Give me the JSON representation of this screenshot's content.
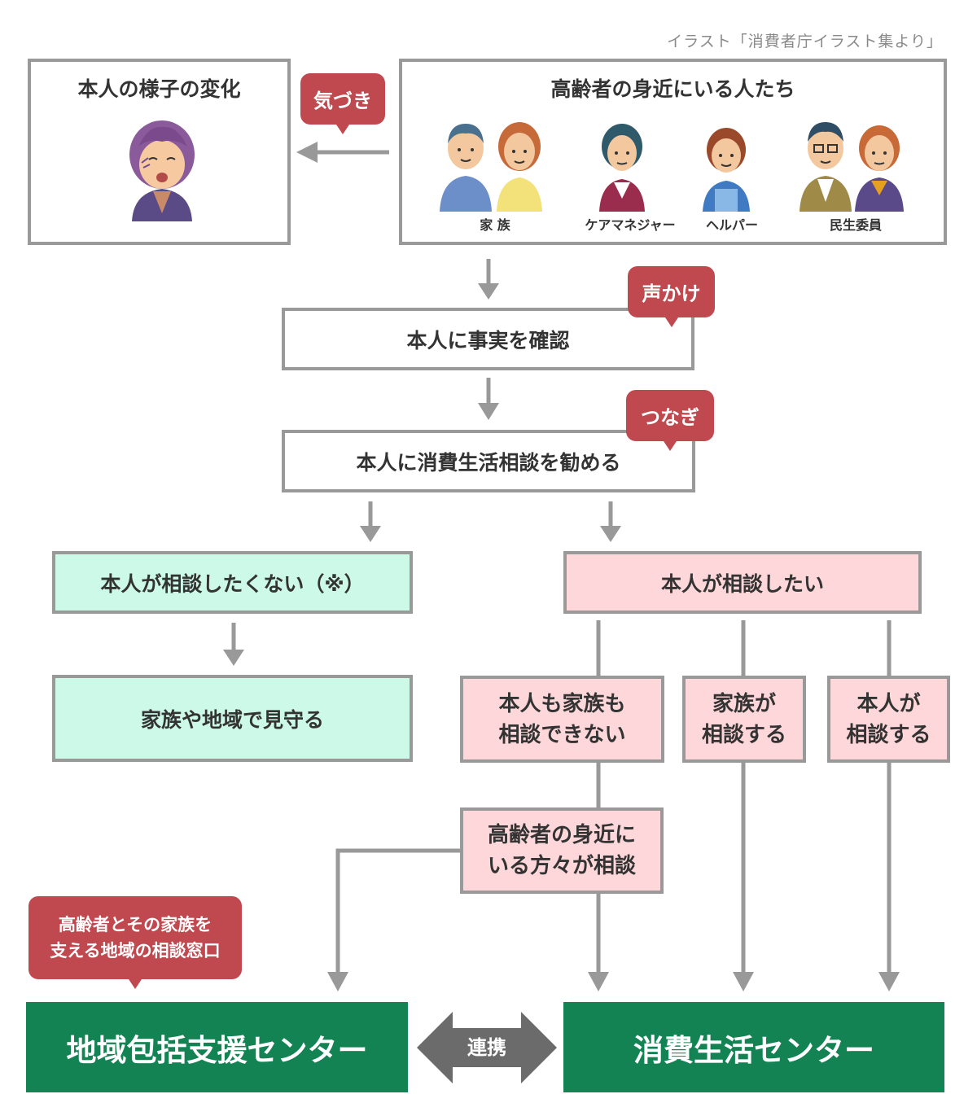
{
  "credit": "イラスト「消費者庁イラスト集より」",
  "change_box": {
    "title": "本人の様子の変化"
  },
  "people_box": {
    "title": "高齢者の身近にいる人たち",
    "people": [
      "家 族",
      "ケアマネジャー",
      "ヘルパー",
      "民生委員"
    ]
  },
  "bubbles": {
    "kizuki": "気づき",
    "koekake": "声かけ",
    "tsunagi": "つなぎ",
    "houkatsu_line1": "高齢者とその家族を",
    "houkatsu_line2": "支える地域の相談窓口"
  },
  "steps": {
    "confirm": "本人に事実を確認",
    "recommend": "本人に消費生活相談を勧める",
    "no_consult": "本人が相談したくない（※）",
    "watch": "家族や地域で見守る",
    "want_consult": "本人が相談したい",
    "neither_line1": "本人も家族も",
    "neither_line2": "相談できない",
    "family_line1": "家族が",
    "family_line2": "相談する",
    "self_line1": "本人が",
    "self_line2": "相談する",
    "close_line1": "高齢者の身近に",
    "close_line2": "いる方々が相談"
  },
  "centers": {
    "regional": "地域包括支援センター",
    "consumer": "消費生活センター",
    "link": "連携"
  },
  "colors": {
    "border": "#999999",
    "bubble": "#c0484f",
    "mint": "#ccf9e8",
    "pink": "#fdd7d9",
    "center_green": "#138354",
    "link_arrow": "#6b6b6b"
  }
}
